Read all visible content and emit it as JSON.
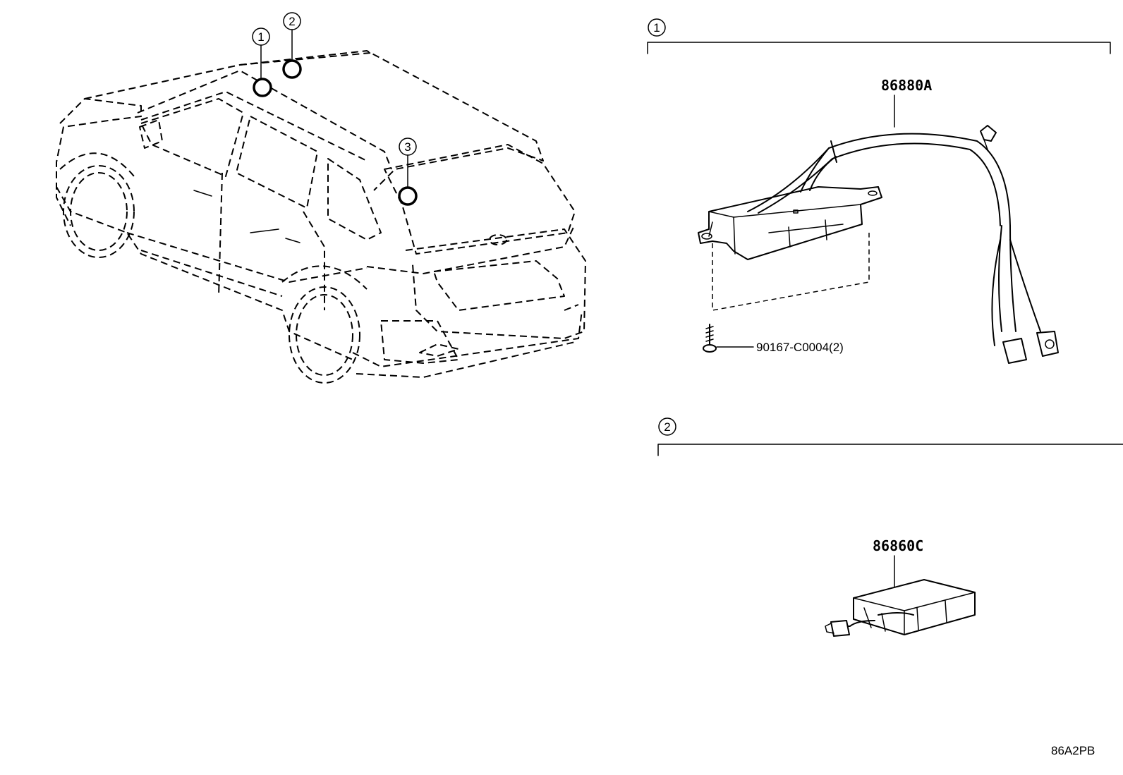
{
  "diagram": {
    "vehicle_callouts": [
      "1",
      "2",
      "3"
    ],
    "section_1": {
      "marker": "1",
      "main_part": "86880A",
      "fastener_part": "90167-C0004(2)"
    },
    "section_2": {
      "marker": "2",
      "main_part": "86860C"
    },
    "figure_code": "86A2PB"
  }
}
